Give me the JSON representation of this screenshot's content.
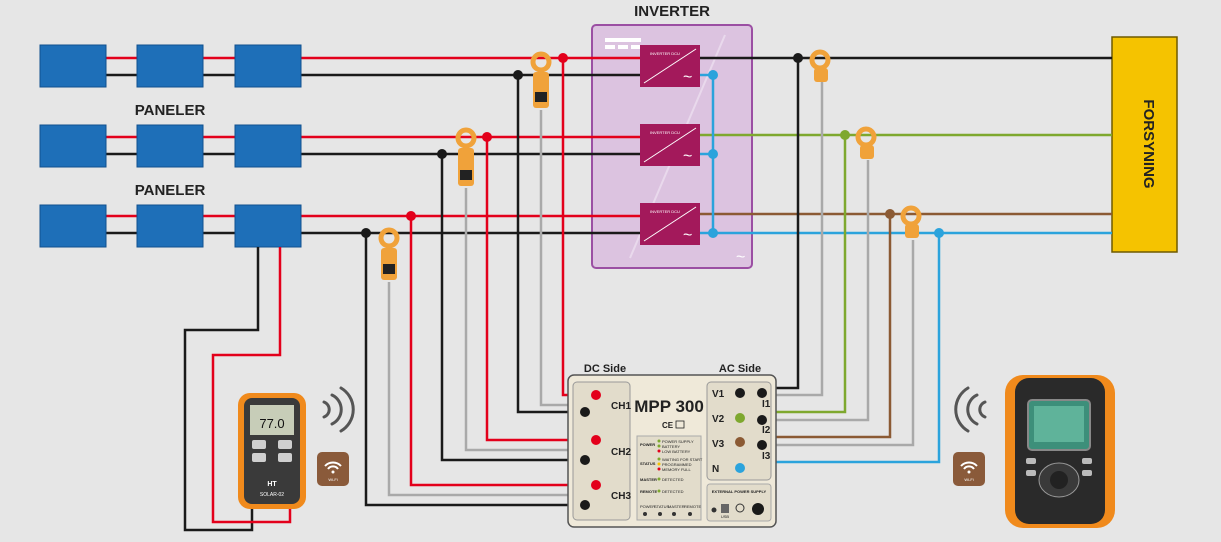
{
  "labels": {
    "inverter": "INVERTER",
    "panel_group_1": "PANELER",
    "panel_group_2": "PANELER",
    "grid": "FORSYNING",
    "dc_side": "DC Side",
    "ac_side": "AC Side",
    "device_name": "MPP 300",
    "ce_mark": "CE"
  },
  "dc_channels": [
    "CH1",
    "CH2",
    "CH3"
  ],
  "ac_voltage_terminals": [
    "V1",
    "V2",
    "V3",
    "N"
  ],
  "ac_current_terminals": [
    "I1",
    "I2",
    "I3"
  ],
  "status_panel": {
    "rows": [
      {
        "label": "POWER",
        "items": [
          "POWER SUPPLY",
          "BATTERY",
          "LOW BATTERY"
        ]
      },
      {
        "label": "STATUS",
        "items": [
          "WAITING FOR START",
          "PROGRAMMED",
          "MEMORY FULL"
        ]
      },
      {
        "label": "MASTER",
        "items": [
          "DETECTED"
        ]
      },
      {
        "label": "REMOTE",
        "items": [
          "DETECTED"
        ]
      }
    ],
    "buttons": [
      "POWER",
      "STATUS",
      "MASTER",
      "REMOTE"
    ]
  },
  "external_supply": {
    "title": "EXTERNAL POWER SUPPLY",
    "usb": "USB"
  },
  "left_meter": {
    "reading": "77.0",
    "brand": "HT",
    "model": "SOLAR-02"
  },
  "wifi_badge": "Wi-Fi",
  "colors": {
    "panel": "#1e6fb8",
    "dc_positive": "#e3001b",
    "dc_negative": "#1a1a1a",
    "lead_grey": "#a9a9a9",
    "phase_1": "#1a1a1a",
    "phase_2": "#7ea82e",
    "phase_3": "#8b5a34",
    "neutral": "#2ba3dc",
    "inverter_body": "#dcc3e0",
    "inverter_module": "#a3195b",
    "grid_box": "#f5c300",
    "clamp": "#f0a23a"
  }
}
